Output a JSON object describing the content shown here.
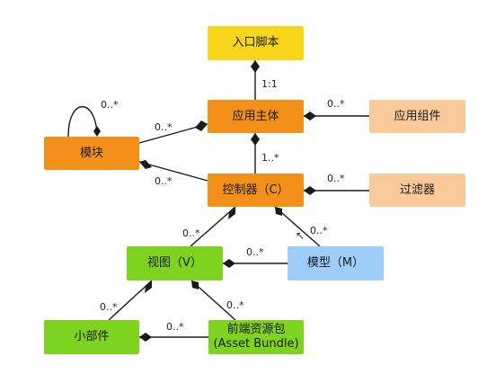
{
  "nodes": {
    "entry_script": "入口脚本",
    "app": "应用主体",
    "app_component": "应用组件",
    "module": "模块",
    "controller": "控制器（C）",
    "filter": "过滤器",
    "view": "视图（V）",
    "model": "模型（M）",
    "widget": "小部件",
    "asset_bundle_line1": "前端资源包",
    "asset_bundle_line2": "(Asset Bundle)"
  },
  "multiplicities": {
    "entry_app": "1:1",
    "app_component": "0..*",
    "module_self": "0..*",
    "module_app": "0..*",
    "app_controller": "1..*",
    "module_controller": "0..*",
    "filter_controller": "0..*",
    "controller_view": "0..*",
    "controller_model": "0..*",
    "model_view": "0..*",
    "view_widget": "0..*",
    "view_asset": "0..*",
    "asset_widget": "0..*"
  },
  "colors": {
    "yellow": "#f7d51b",
    "orange": "#f39019",
    "peach": "#f9c99a",
    "green": "#7ed321",
    "blue": "#9fcdf9"
  }
}
